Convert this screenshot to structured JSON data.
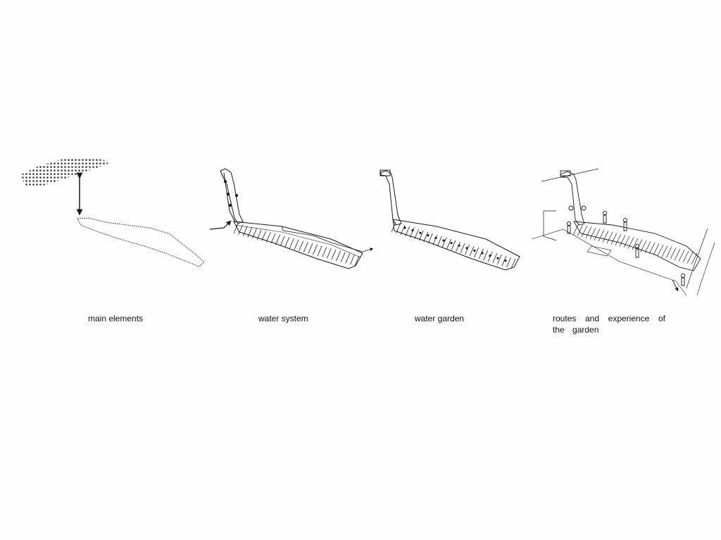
{
  "captions": {
    "panel1": "main elements",
    "panel2": "water system",
    "panel3": "water garden",
    "panel4": "routes and experience of the garden"
  },
  "colors": {
    "line": "#1a1a1a",
    "dots": "#222222",
    "background": "#fefefe"
  }
}
